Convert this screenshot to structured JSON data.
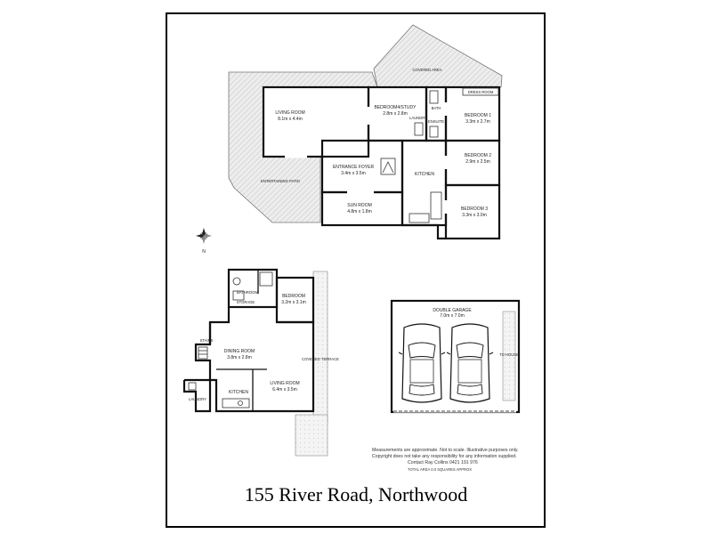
{
  "floor_plan": {
    "address": "155 River Road, Northwood",
    "compass_label": "N",
    "upper_level": {
      "covered_area_label": "COVERED AREA",
      "entertaining_patio_label": "ENTERTAINING PATIO",
      "rooms": [
        {
          "key": "living",
          "name": "LIVING ROOM",
          "dims": "8.1m x 4.4m"
        },
        {
          "key": "bedroom4",
          "name": "BEDROOM4/STUDY",
          "dims": "2.8m x 2.8m"
        },
        {
          "key": "entrance",
          "name": "ENTRANCE FOYER",
          "dims": "3.4m x 3.5m"
        },
        {
          "key": "kitchen",
          "name": "KITCHEN",
          "dims": ""
        },
        {
          "key": "sun",
          "name": "SUN ROOM",
          "dims": "4.8m x 1.8m"
        },
        {
          "key": "bedroom1",
          "name": "BEDROOM 1",
          "dims": "3.3m x 2.7m"
        },
        {
          "key": "bedroom2",
          "name": "BEDROOM 2",
          "dims": "2.9m x 2.5m"
        },
        {
          "key": "bedroom3",
          "name": "BEDROOM 3",
          "dims": "3.3m x 3.0m"
        }
      ],
      "small_labels": [
        "BATH",
        "ENSUITE",
        "LAUNDRY",
        "DRESS ROOM"
      ]
    },
    "lower_level": {
      "rooms": [
        {
          "key": "bathroom",
          "name": "BATHROOM",
          "dims": ""
        },
        {
          "key": "bedroom",
          "name": "BEDROOM",
          "dims": "3.2m x 3.1m"
        },
        {
          "key": "dining",
          "name": "DINING ROOM",
          "dims": "3.8m x 2.8m"
        },
        {
          "key": "living",
          "name": "LIVING ROOM",
          "dims": "6.4m x 3.5m"
        },
        {
          "key": "kitchen",
          "name": "KITCHEN",
          "dims": ""
        }
      ],
      "small_labels": [
        "LAUNDRY",
        "STAIRS",
        "STORAGE",
        "COVERED TERRACE"
      ]
    },
    "garage": {
      "name": "DOUBLE GARAGE",
      "dims": "7.0m x 7.0m",
      "side_label": "TO HOUSE"
    },
    "notes": [
      "Measurements are approximate. Not to scale. Illustrative purposes only.",
      "Copyright does not take any responsibility for any information supplied.",
      "Contact Ray Collins 0421 191 976",
      "TOTAL AREA 0.0 SQUARES APPROX"
    ]
  }
}
